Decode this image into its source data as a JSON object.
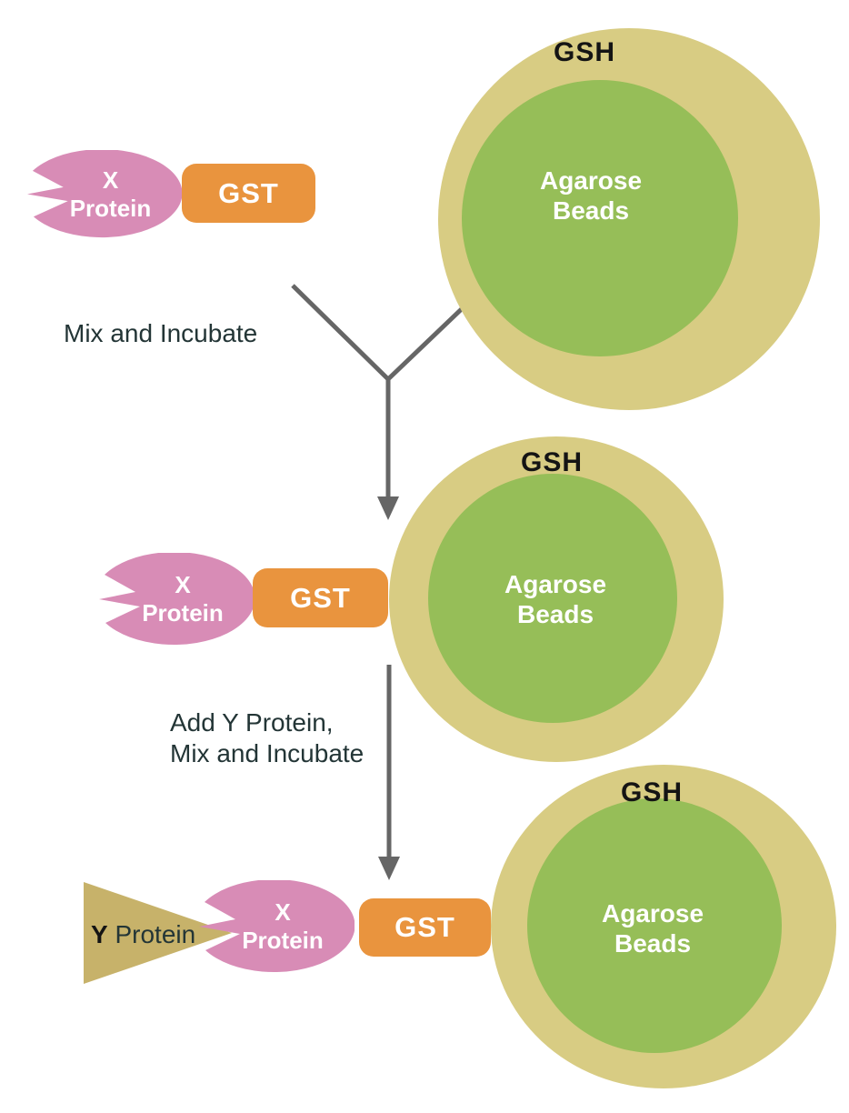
{
  "labels": {
    "gsh": "GSH",
    "agarose_line1": "Agarose",
    "agarose_line2": "Beads",
    "gst": "GST",
    "x_line1": "X",
    "x_line2": "Protein",
    "y_bold": "Y",
    "y_rest": " Protein"
  },
  "steps": {
    "step1": "Mix and Incubate",
    "step2_line1": "Add Y Protein,",
    "step2_line2": "Mix and Incubate"
  },
  "colors": {
    "protein_pink": "#d88cb6",
    "gst_orange": "#e9943e",
    "gsh_ring_tan": "#d8cc83",
    "agarose_green": "#96be58",
    "y_triangle_tan": "#c7b26a",
    "arrow_gray": "#666666",
    "step_text": "#233536",
    "gsh_text": "#141414"
  }
}
